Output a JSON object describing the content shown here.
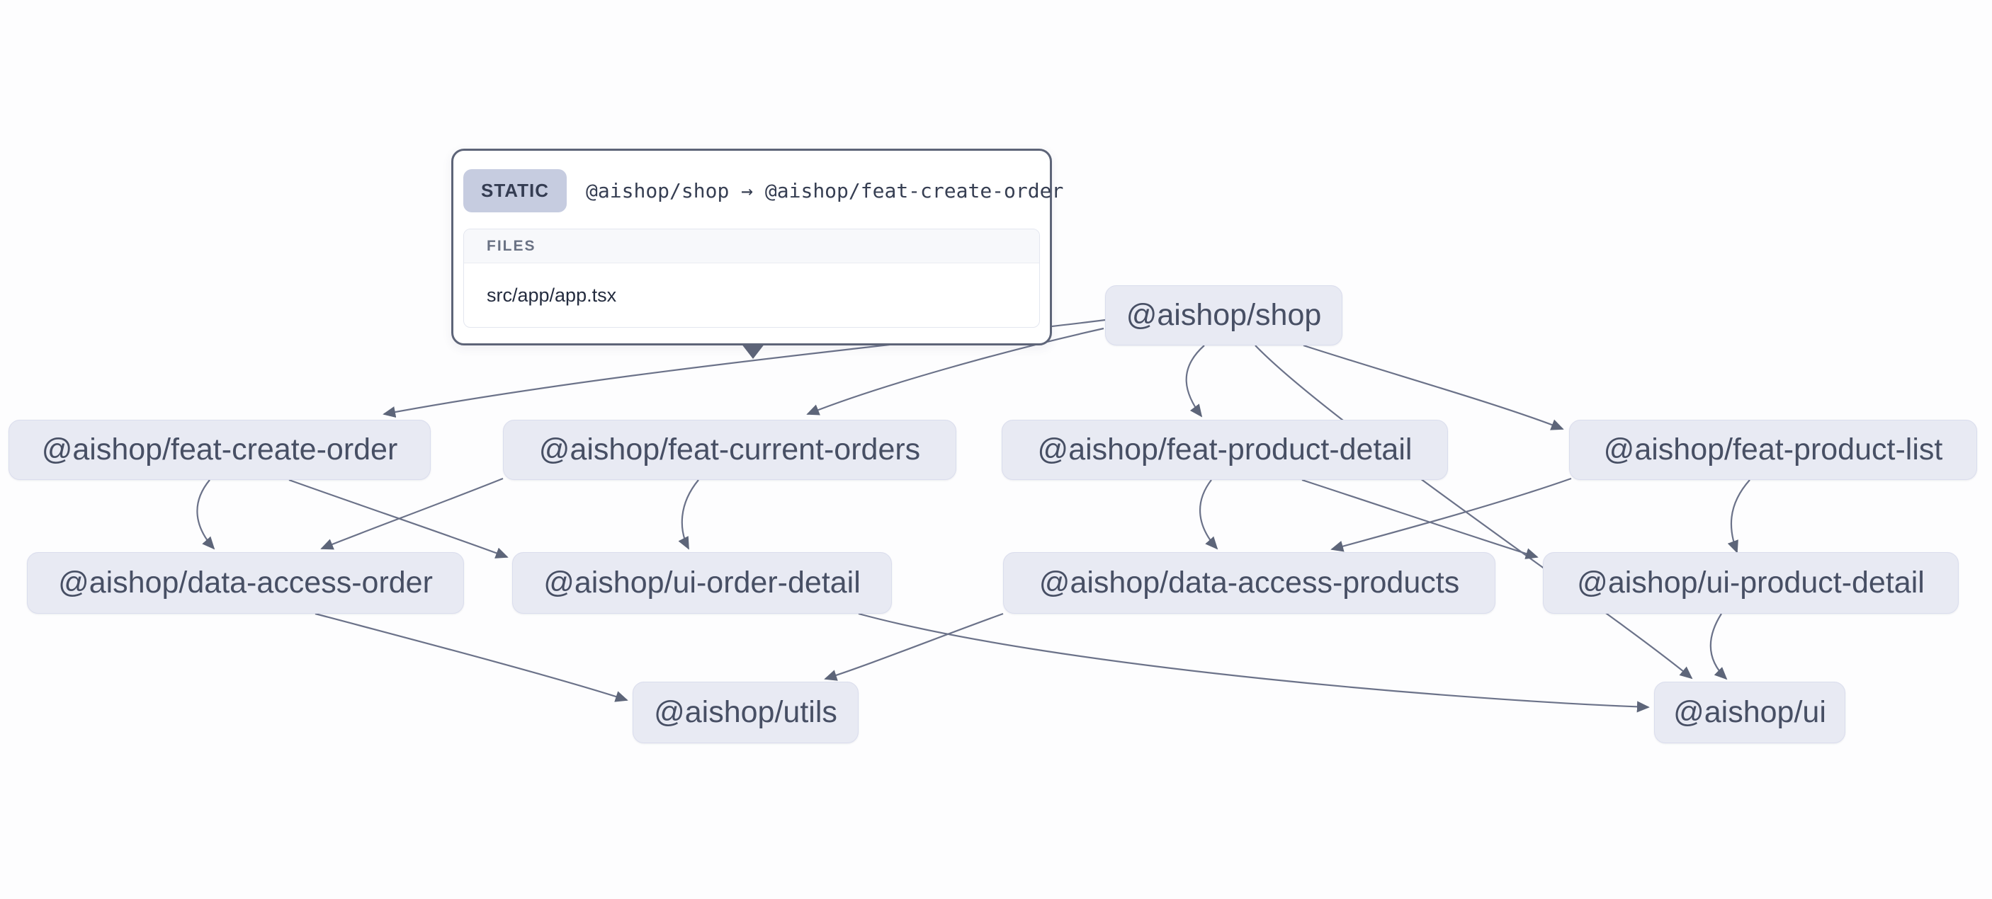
{
  "tooltip": {
    "type_badge": "STATIC",
    "edge_label": "@aishop/shop → @aishop/feat-create-order",
    "files_header": "FILES",
    "files": [
      "src/app/app.tsx"
    ]
  },
  "graph": {
    "nodes": [
      {
        "id": "shop",
        "label": "@aishop/shop"
      },
      {
        "id": "feat-create-order",
        "label": "@aishop/feat-create-order"
      },
      {
        "id": "feat-current-orders",
        "label": "@aishop/feat-current-orders"
      },
      {
        "id": "feat-product-detail",
        "label": "@aishop/feat-product-detail"
      },
      {
        "id": "feat-product-list",
        "label": "@aishop/feat-product-list"
      },
      {
        "id": "data-access-order",
        "label": "@aishop/data-access-order"
      },
      {
        "id": "ui-order-detail",
        "label": "@aishop/ui-order-detail"
      },
      {
        "id": "data-access-products",
        "label": "@aishop/data-access-products"
      },
      {
        "id": "ui-product-detail",
        "label": "@aishop/ui-product-detail"
      },
      {
        "id": "utils",
        "label": "@aishop/utils"
      },
      {
        "id": "ui",
        "label": "@aishop/ui"
      }
    ],
    "edges": [
      {
        "source": "shop",
        "target": "feat-create-order",
        "type": "static",
        "hovered": true
      },
      {
        "source": "shop",
        "target": "feat-current-orders",
        "type": "static"
      },
      {
        "source": "shop",
        "target": "feat-product-detail",
        "type": "static"
      },
      {
        "source": "shop",
        "target": "feat-product-list",
        "type": "static"
      },
      {
        "source": "shop",
        "target": "ui",
        "type": "static"
      },
      {
        "source": "feat-create-order",
        "target": "data-access-order",
        "type": "static"
      },
      {
        "source": "feat-create-order",
        "target": "ui-order-detail",
        "type": "static"
      },
      {
        "source": "feat-current-orders",
        "target": "data-access-order",
        "type": "static"
      },
      {
        "source": "feat-current-orders",
        "target": "ui-order-detail",
        "type": "static"
      },
      {
        "source": "feat-product-detail",
        "target": "data-access-products",
        "type": "static"
      },
      {
        "source": "feat-product-detail",
        "target": "ui-product-detail",
        "type": "static"
      },
      {
        "source": "feat-product-list",
        "target": "data-access-products",
        "type": "static"
      },
      {
        "source": "feat-product-list",
        "target": "ui-product-detail",
        "type": "static"
      },
      {
        "source": "data-access-order",
        "target": "utils",
        "type": "static"
      },
      {
        "source": "data-access-products",
        "target": "utils",
        "type": "static"
      },
      {
        "source": "ui-order-detail",
        "target": "ui",
        "type": "static"
      },
      {
        "source": "ui-product-detail",
        "target": "ui",
        "type": "static"
      }
    ],
    "hovered_edge": {
      "source": "shop",
      "target": "feat-create-order"
    }
  },
  "colors": {
    "background": "#fdfdfe",
    "node_fill": "#e8eaf3",
    "node_border": "#dadded",
    "node_text": "#474f64",
    "edge_line": "#6b7289",
    "edge_arrow": "#5d6579",
    "tooltip_border": "#5d6478",
    "badge_bg": "#c6cce0"
  }
}
